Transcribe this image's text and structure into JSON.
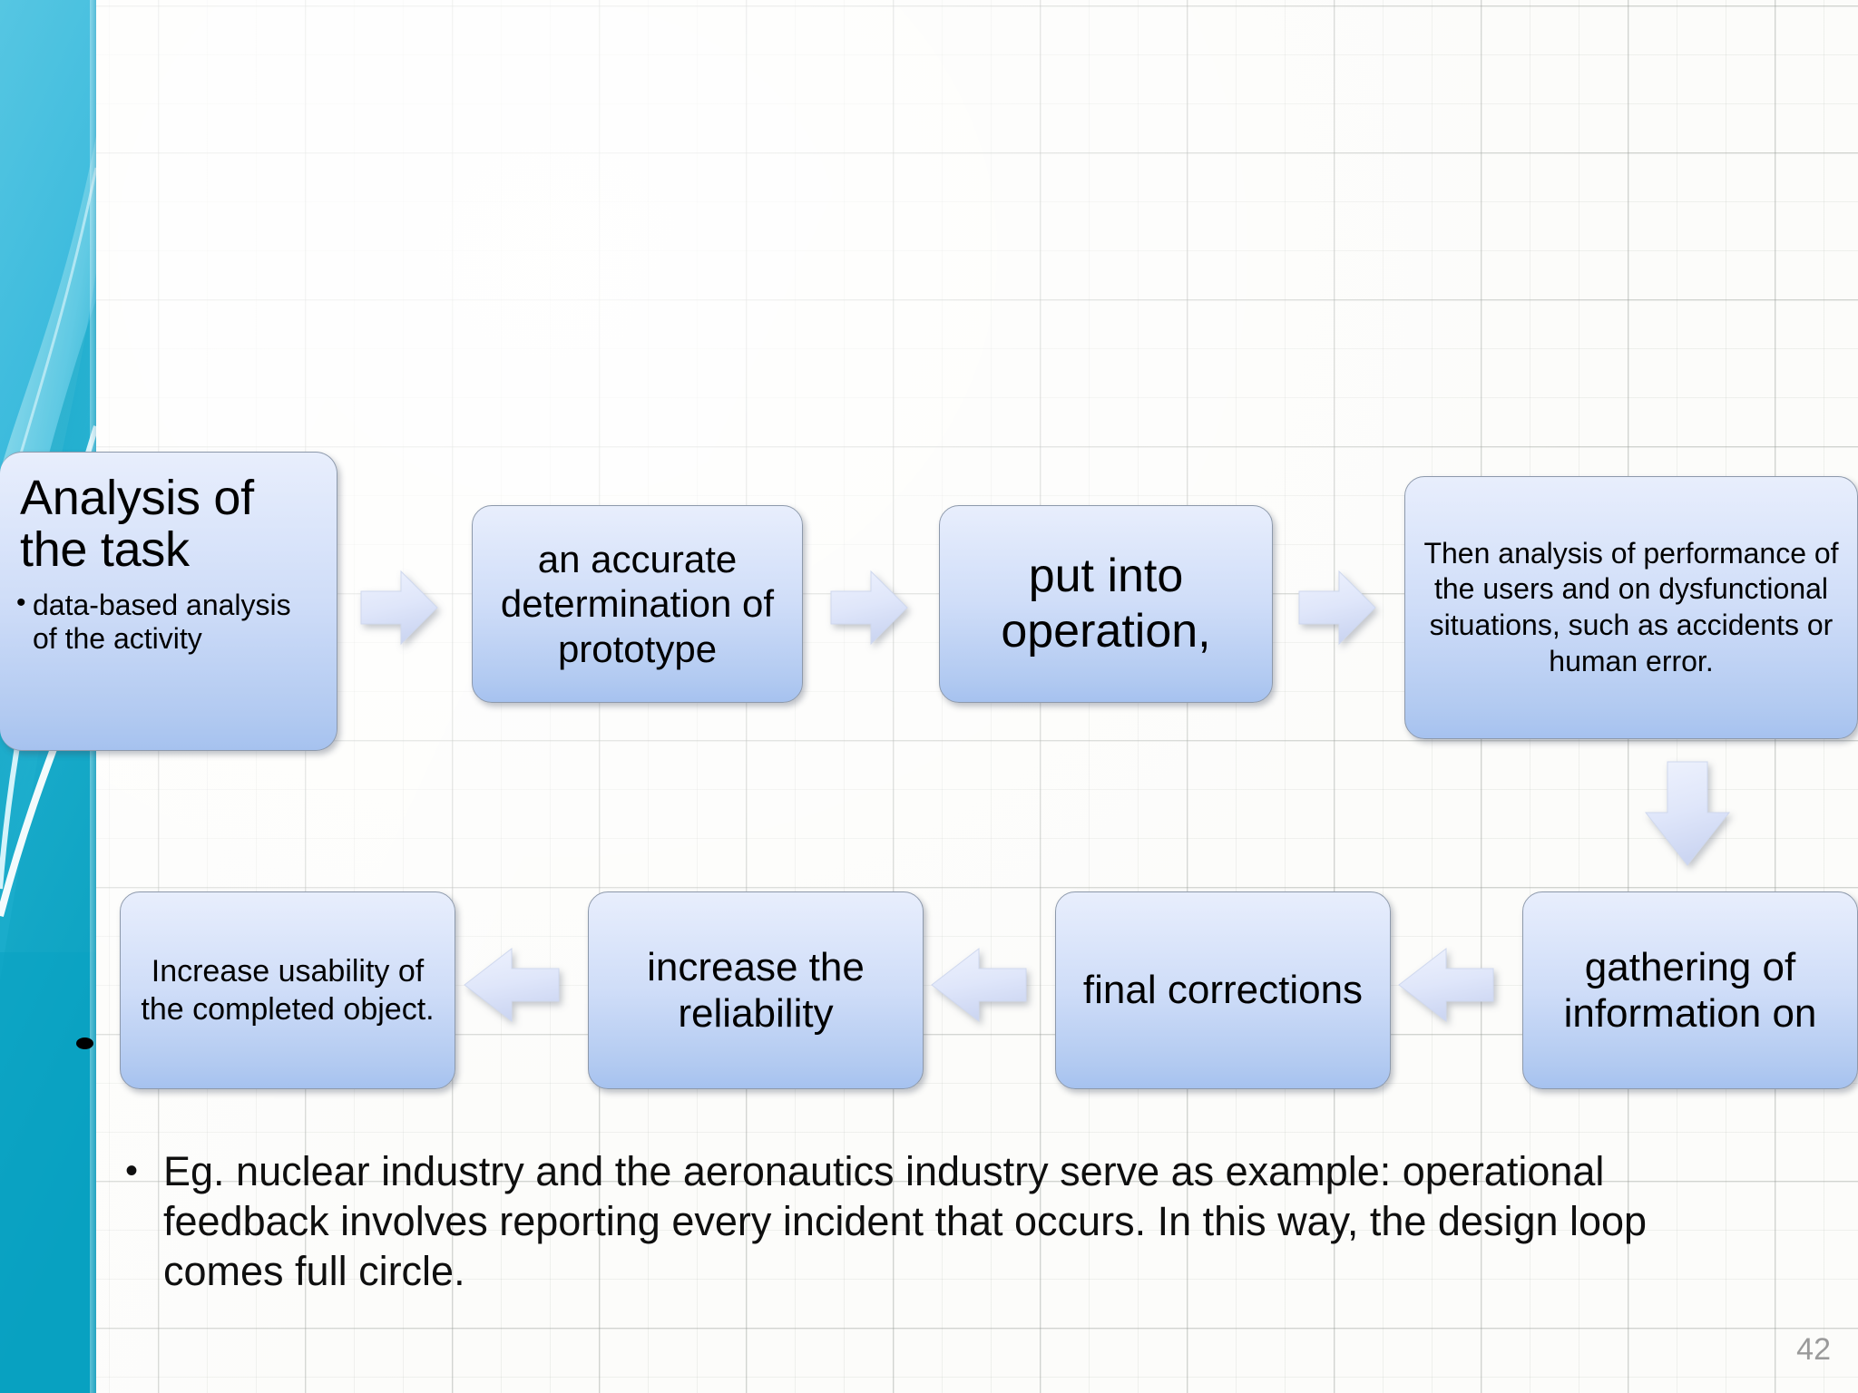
{
  "slide": {
    "page_number": "42",
    "background": "#fcfcfa",
    "sidebar_accent": "#18a7c4",
    "box_fill_top": "#e8eefc",
    "box_fill_bottom": "#a6c2ef",
    "box_border": "#8d99ab",
    "arrow_fill": "#dde4f8"
  },
  "flow": {
    "boxes": [
      {
        "id": "analysis-of-the-task",
        "title": "Analysis of the task",
        "bullet": "data-based analysis of the activity"
      },
      {
        "id": "an-accurate-determination-of-prototype",
        "text": "an accurate determination of prototype"
      },
      {
        "id": "put-into-operation",
        "text": "put into operation,"
      },
      {
        "id": "then-analysis-of-performance",
        "text": "Then analysis of performance of the users and on dysfunctional situations, such as accidents or human error."
      },
      {
        "id": "gathering-of-information-on",
        "text": "gathering of information on"
      },
      {
        "id": "final-corrections",
        "text": "final corrections"
      },
      {
        "id": "increase-the-reliability",
        "text": "increase the reliability"
      },
      {
        "id": "increase-usability-of-the-completed-object",
        "text": "Increase usability of the completed object."
      }
    ],
    "arrows": [
      {
        "id": "arrow-right-1",
        "direction": "right"
      },
      {
        "id": "arrow-right-2",
        "direction": "right"
      },
      {
        "id": "arrow-right-3",
        "direction": "right"
      },
      {
        "id": "arrow-down-1",
        "direction": "down"
      },
      {
        "id": "arrow-left-1",
        "direction": "left"
      },
      {
        "id": "arrow-left-2",
        "direction": "left"
      },
      {
        "id": "arrow-left-3",
        "direction": "left"
      }
    ]
  },
  "bottom_note": {
    "bullet_glyph": "•",
    "text": "Eg. nuclear industry and the aeronautics industry serve as example: operational feedback involves reporting every incident that occurs. In this way, the design loop comes full circle."
  }
}
